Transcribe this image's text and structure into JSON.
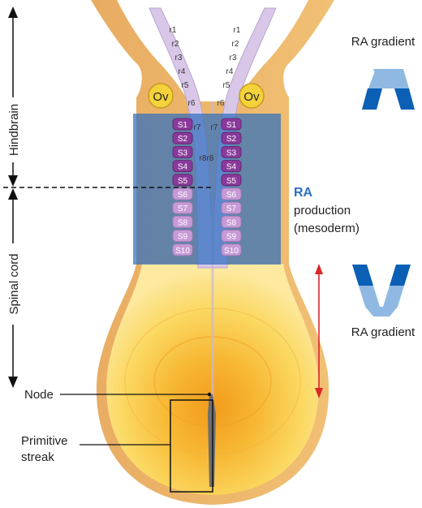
{
  "labels": {
    "hindbrain": "Hindbrain",
    "spinal_cord": "Spinal cord",
    "node": "Node",
    "primitive": "Primitive",
    "streak": "streak",
    "ra_gradient_top": "RA gradient",
    "ra_gradient_bottom": "RA gradient",
    "ra": "RA",
    "production": "production",
    "mesoderm": "(mesoderm)",
    "otic_vesicle": "Ov"
  },
  "rhombomeres": [
    "r1",
    "r2",
    "r3",
    "r4",
    "r5",
    "r6",
    "r7",
    "r8"
  ],
  "somites": [
    "S1",
    "S2",
    "S3",
    "S4",
    "S5",
    "S6",
    "S7",
    "S8",
    "S9",
    "S10"
  ],
  "colors": {
    "embryo_fill": "#f7c85a",
    "embryo_edge": "#e0a24a",
    "ectoderm": "#eebf80",
    "neural_tube": "#d9c7e8",
    "ra_box": "#2f6fbf",
    "somite_dark": "#8a3a9a",
    "somite_light": "#c79ad6",
    "gradient_dark": "#0b5fb4",
    "gradient_light": "#8fb9e3",
    "red_arrow": "#d9262b",
    "ov_fill": "#f3d23a",
    "ra_text": "#2f6fbf"
  }
}
